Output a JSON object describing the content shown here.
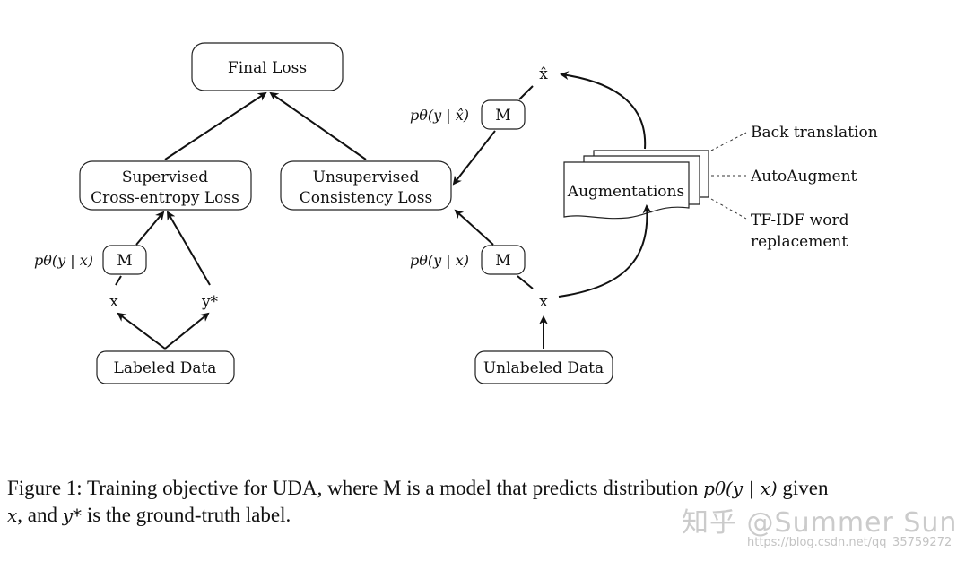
{
  "nodes": {
    "final_loss": "Final Loss",
    "supervised_line1": "Supervised",
    "supervised_line2": "Cross-entropy Loss",
    "unsupervised_line1": "Unsupervised",
    "unsupervised_line2": "Consistency Loss",
    "model_label": "M",
    "labeled_data": "Labeled Data",
    "unlabeled_data": "Unlabeled Data",
    "augmentations": "Augmentations"
  },
  "symbols": {
    "x": "x",
    "y_star": "y*",
    "x_hat": "x̂",
    "p_y_given_x": "pθ(y | x)",
    "p_y_given_xhat": "pθ(y | x̂)"
  },
  "augmentation_methods": [
    "Back translation",
    "AutoAugment",
    "TF-IDF word",
    "replacement"
  ],
  "caption": {
    "prefix": "Figure 1: Training objective for UDA, where M is a model that predicts distribution ",
    "formula": "pθ(y | x)",
    "middle": " given ",
    "x": "x",
    "middle2": ", and ",
    "ystar": "y*",
    "suffix": " is the ground-truth label."
  },
  "watermark": {
    "main": "知乎 @Summer Sun",
    "url": "https://blog.csdn.net/qq_35759272"
  }
}
